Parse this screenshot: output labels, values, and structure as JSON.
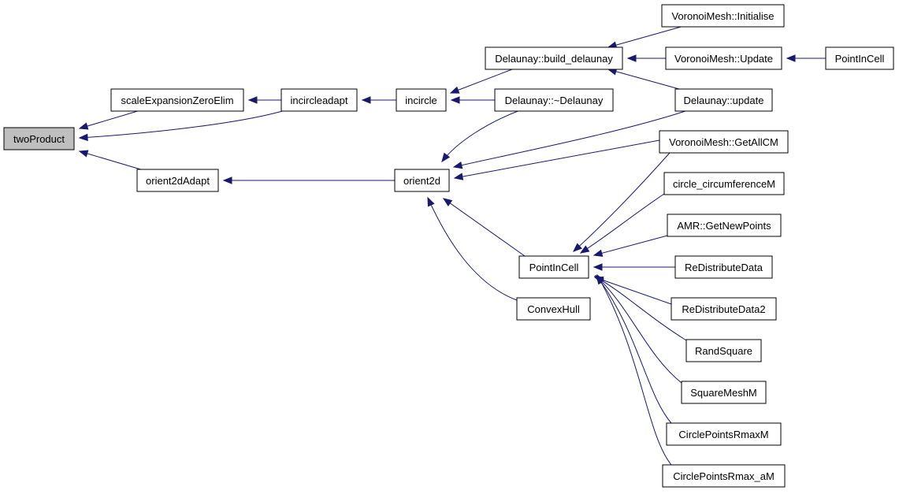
{
  "colors": {
    "edge": "#191970",
    "root_fill": "#bfbfbf",
    "node_fill": "#ffffff",
    "border": "#000000"
  },
  "nodes": {
    "twoProduct": "twoProduct",
    "scaleExpansionZeroElim": "scaleExpansionZeroElim",
    "incircleadapt": "incircleadapt",
    "incircle": "incircle",
    "orient2dAdapt": "orient2dAdapt",
    "orient2d": "orient2d",
    "build_delaunay": "Delaunay::build_delaunay",
    "del_destructor": "Delaunay::~Delaunay",
    "vm_initialise": "VoronoiMesh::Initialise",
    "vm_update": "VoronoiMesh::Update",
    "pic_right": "PointInCell",
    "del_update": "Delaunay::update",
    "vm_getallcm": "VoronoiMesh::GetAllCM",
    "circle_circ": "circle_circumferenceM",
    "amr_getnew": "AMR::GetNewPoints",
    "pic_mid": "PointInCell",
    "redistribute": "ReDistributeData",
    "redistribute2": "ReDistributeData2",
    "randsquare": "RandSquare",
    "squaremesh": "SquareMeshM",
    "circlermax": "CirclePointsRmaxM",
    "circlermax_a": "CirclePointsRmax_aM",
    "convexhull": "ConvexHull"
  },
  "edges": [
    {
      "from": "scaleExpansionZeroElim",
      "to": "twoProduct"
    },
    {
      "from": "incircleadapt",
      "to": "twoProduct"
    },
    {
      "from": "orient2dAdapt",
      "to": "twoProduct"
    },
    {
      "from": "incircleadapt",
      "to": "scaleExpansionZeroElim"
    },
    {
      "from": "incircle",
      "to": "incircleadapt"
    },
    {
      "from": "build_delaunay",
      "to": "incircle"
    },
    {
      "from": "del_destructor",
      "to": "incircle"
    },
    {
      "from": "vm_initialise",
      "to": "build_delaunay"
    },
    {
      "from": "vm_update",
      "to": "build_delaunay"
    },
    {
      "from": "del_update",
      "to": "build_delaunay"
    },
    {
      "from": "pic_right",
      "to": "vm_update"
    },
    {
      "from": "orient2d",
      "to": "orient2dAdapt"
    },
    {
      "from": "del_destructor",
      "to": "orient2d"
    },
    {
      "from": "del_update",
      "to": "orient2d"
    },
    {
      "from": "vm_getallcm",
      "to": "orient2d"
    },
    {
      "from": "pic_mid",
      "to": "orient2d"
    },
    {
      "from": "convexhull",
      "to": "orient2d"
    },
    {
      "from": "vm_getallcm",
      "to": "pic_mid"
    },
    {
      "from": "circle_circ",
      "to": "pic_mid"
    },
    {
      "from": "amr_getnew",
      "to": "pic_mid"
    },
    {
      "from": "redistribute",
      "to": "pic_mid"
    },
    {
      "from": "redistribute2",
      "to": "pic_mid"
    },
    {
      "from": "randsquare",
      "to": "pic_mid"
    },
    {
      "from": "squaremesh",
      "to": "pic_mid"
    },
    {
      "from": "circlermax",
      "to": "pic_mid"
    },
    {
      "from": "circlermax_a",
      "to": "pic_mid"
    }
  ]
}
